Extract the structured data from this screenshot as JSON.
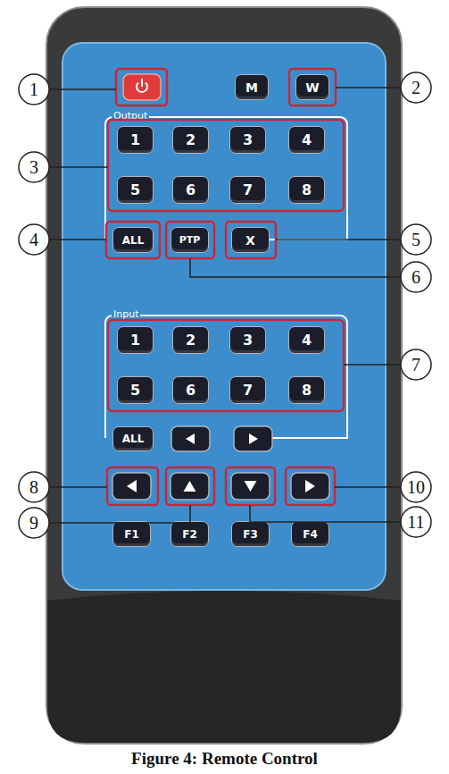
{
  "diagram": {
    "caption": "Figure 4: Remote Control",
    "nodes": [
      {
        "text": [
          "M"
        ]
      },
      {
        "text": [
          "W"
        ]
      },
      {
        "text": [
          "Output"
        ]
      },
      {
        "text": [
          "1"
        ],
        "in": 2
      },
      {
        "text": [
          "2"
        ],
        "in": 2
      },
      {
        "text": [
          "3"
        ],
        "in": 2
      },
      {
        "text": [
          "4"
        ],
        "in": 2
      },
      {
        "text": [
          "5"
        ],
        "in": 2
      },
      {
        "text": [
          "6"
        ],
        "in": 2
      },
      {
        "text": [
          "7"
        ],
        "in": 2
      },
      {
        "text": [
          "8"
        ],
        "in": 2
      },
      {
        "text": [
          "ALL"
        ],
        "in": 2
      },
      {
        "text": [
          "PTP"
        ],
        "in": 2
      },
      {
        "text": [
          "X"
        ],
        "in": 2
      },
      {
        "text": [
          "Input"
        ]
      },
      {
        "text": [
          "1"
        ],
        "in": 14
      },
      {
        "text": [
          "2"
        ],
        "in": 14
      },
      {
        "text": [
          "3"
        ],
        "in": 14
      },
      {
        "text": [
          "4"
        ],
        "in": 14
      },
      {
        "text": [
          "5"
        ],
        "in": 14
      },
      {
        "text": [
          "6"
        ],
        "in": 14
      },
      {
        "text": [
          "7"
        ],
        "in": 14
      },
      {
        "text": [
          "8"
        ],
        "in": 14
      },
      {
        "text": [
          "ALL"
        ],
        "in": 14
      },
      {
        "text": [
          "F1"
        ]
      },
      {
        "text": [
          "F2"
        ]
      },
      {
        "text": [
          "F3"
        ]
      },
      {
        "text": [
          "F4"
        ]
      }
    ],
    "labels": [
      "1",
      "2",
      "3",
      "4",
      "5",
      "6",
      "7",
      "8",
      "9",
      "10",
      "11"
    ]
  }
}
